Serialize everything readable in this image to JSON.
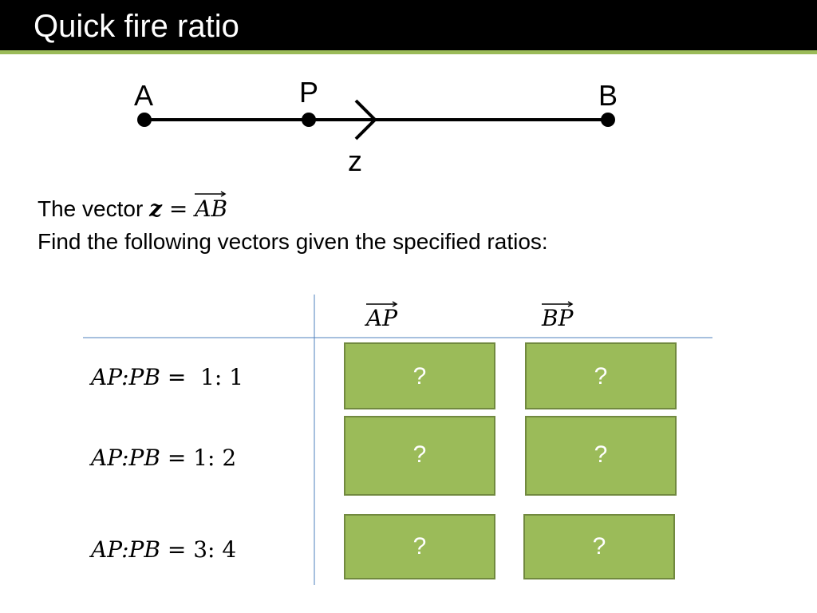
{
  "title": "Quick fire ratio",
  "diagram": {
    "point_a": "A",
    "point_p": "P",
    "point_b": "B",
    "vector_label": "z"
  },
  "intro": {
    "line1_prefix": "The vector ",
    "line1_var": "z",
    "line1_eq": " = ",
    "line1_vec": "AB",
    "line2": "Find the following vectors given the specified ratios:"
  },
  "table": {
    "columns": [
      "AP",
      "BP"
    ],
    "rows": [
      {
        "lhs": "AP:PB",
        "eq": " =  ",
        "ratio": "1: 1",
        "answers": [
          "?",
          "?"
        ]
      },
      {
        "lhs": "AP:PB",
        "eq": " = ",
        "ratio": "1: 2",
        "answers": [
          "?",
          "?"
        ]
      },
      {
        "lhs": "AP:PB",
        "eq": " = ",
        "ratio": "3: 4",
        "answers": [
          "?",
          "?"
        ]
      }
    ]
  },
  "colors": {
    "title_bg": "#000000",
    "title_underline": "#9bbb59",
    "box_fill": "#9bbb59",
    "box_border": "#71893f",
    "grid_line": "#4f81bd"
  }
}
